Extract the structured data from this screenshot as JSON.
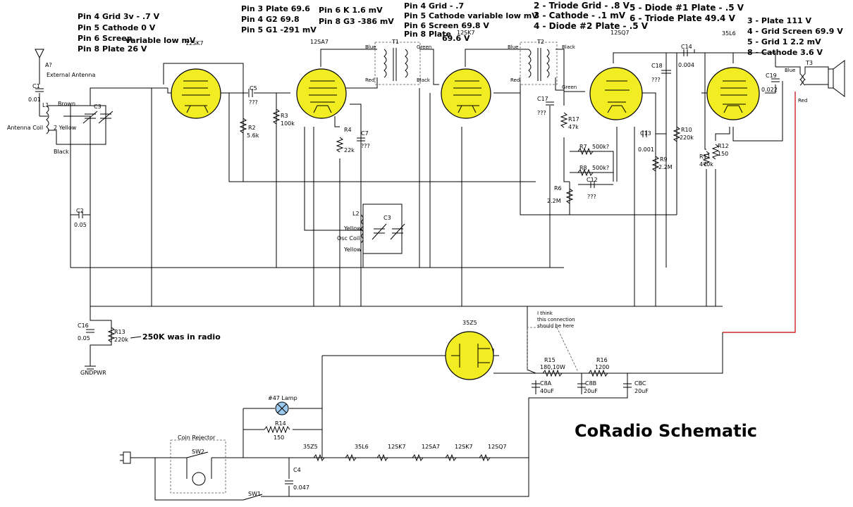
{
  "title": "CoRadio Schematic",
  "voltage_notes": {
    "v1": [
      "Pin 4 Grid 3v  - .7 V",
      "Pin 5 Cathode    0 V",
      "Pin 6 Screen",
      "variable low mV",
      "Pin 8 Plate  26 V"
    ],
    "v2_left": [
      "Pin 3 Plate     69.6",
      "Pin 4 G2        69.8",
      "Pin 5 G1   -291 mV"
    ],
    "v2_right": [
      "Pin 6 K 1.6 mV",
      "Pin 8 G3  -386 mV"
    ],
    "v3": [
      "Pin 4 Grid  - .7",
      "Pin 5 Cathode variable low mV",
      "Pin 6 Screen 69.8 V",
      "Pin 8 Plate",
      "69.6 V"
    ],
    "v4": [
      "2 - Triode Grid - .8 V",
      "3 - Cathode   - .1 mV",
      "4 - Diode #2 Plate - .5 V"
    ],
    "v4b": [
      "5 - Diode #1 Plate - .5 V",
      "6 - Triode Plate  49.4 V"
    ],
    "v5": [
      "3 - Plate    111 V",
      "4 - Grid Screen  69.9 V",
      "5 - Grid 1   2.2 mV",
      "8 - Cathode   3.6 V"
    ]
  },
  "tubes": {
    "v1": {
      "name": "12SK7"
    },
    "v2": {
      "name": "12SA7"
    },
    "v3": {
      "name": "12SK7"
    },
    "v4": {
      "name": "12SQ7"
    },
    "v5": {
      "name": "35L6"
    },
    "rect": {
      "name": "35Z5"
    }
  },
  "antenna": {
    "name": "A?",
    "desc": "External Antenna",
    "coil": "Antenna Coil",
    "ref": "L1",
    "brown": "Brown",
    "yellow": "2 Yellow",
    "black": "Black"
  },
  "osc": {
    "ref": "L2",
    "coil": "Osc Coil",
    "yellow1": "Yellow",
    "yellow2": "Yellow"
  },
  "transformers": {
    "t1": {
      "ref": "T1",
      "blue": "Blue",
      "green": "Green",
      "red": "Red",
      "black": "Black"
    },
    "t2": {
      "ref": "T2",
      "blue": "Blue",
      "black": "Black",
      "red": "Red",
      "green": "Green"
    },
    "t3": {
      "ref": "T3",
      "blue": "Blue",
      "red": "Red"
    }
  },
  "components": {
    "c1": {
      "ref": "C1",
      "val": "0.01"
    },
    "c2": {
      "ref": "C2",
      "val": "0.05"
    },
    "c3": {
      "ref": "C3"
    },
    "c3b": {
      "ref": "C3"
    },
    "c5": {
      "ref": "C5",
      "val": "???"
    },
    "c7": {
      "ref": "C7",
      "val": "???"
    },
    "c12": {
      "ref": "C12",
      "val": "???"
    },
    "c13": {
      "ref": "C13",
      "val": "0.001"
    },
    "c14": {
      "ref": "C14",
      "val": "0.004"
    },
    "c16": {
      "ref": "C16",
      "val": "0.05"
    },
    "c17": {
      "ref": "C17",
      "val": "???"
    },
    "c18": {
      "ref": "C18",
      "val": "???"
    },
    "c19": {
      "ref": "C19",
      "val": "0.022"
    },
    "c4": {
      "ref": "C4",
      "val": "0.047"
    },
    "c8a": {
      "ref": "C8A",
      "val": "40uF"
    },
    "c8b": {
      "ref": "C8B",
      "val": "20uF"
    },
    "cbc": {
      "ref": "CBC",
      "val": "20uF"
    },
    "r2": {
      "ref": "R2",
      "val": "5.6k"
    },
    "r3": {
      "ref": "R3",
      "val": "100k"
    },
    "r4": {
      "ref": "R4",
      "val": "22k"
    },
    "r6": {
      "ref": "R6",
      "val": "2.2M"
    },
    "r7": {
      "ref": "R7",
      "val": "500k?"
    },
    "r8": {
      "ref": "R8",
      "val": "500k?"
    },
    "r9": {
      "ref": "R9",
      "val": "2.2M"
    },
    "r10": {
      "ref": "R10",
      "val": "220k"
    },
    "r11": {
      "ref": "R11",
      "val": "470k"
    },
    "r12": {
      "ref": "R12",
      "val": "150"
    },
    "r13": {
      "ref": "R13",
      "val": "220k"
    },
    "r14": {
      "ref": "R14",
      "val": "150"
    },
    "r15": {
      "ref": "R15",
      "val": "180,10W"
    },
    "r16": {
      "ref": "R16",
      "val": "1200"
    },
    "r17": {
      "ref": "R17",
      "val": "47k"
    }
  },
  "annotations": {
    "r13_note": "250K was in radio",
    "connection_note": [
      "I think",
      "this connection",
      "should be here"
    ]
  },
  "power": {
    "gnd": "GNDPWR",
    "lamp": "#47 Lamp",
    "coin": "Coin Rejector",
    "sw1": "SW1",
    "sw2": "SW2",
    "heaters": [
      "35Z5",
      "35L6",
      "12SK7",
      "12SA7",
      "12SK7",
      "12SQ7"
    ]
  }
}
